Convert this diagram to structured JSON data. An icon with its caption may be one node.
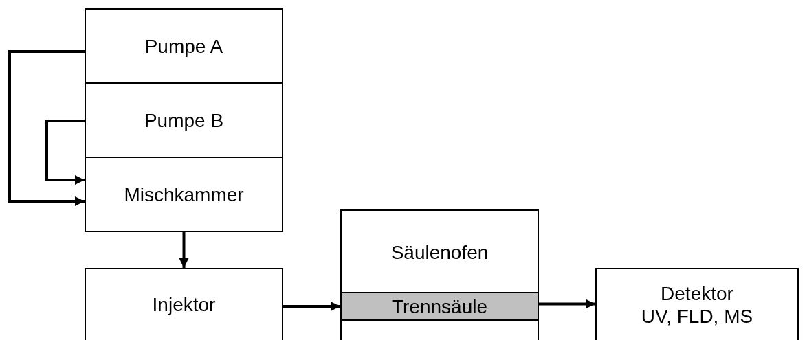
{
  "diagram": {
    "nodes": [
      {
        "text": [
          "Pumpe A"
        ]
      },
      {
        "text": [
          "Pumpe B"
        ]
      },
      {
        "text": [
          "Mischkammer"
        ]
      },
      {
        "text": [
          "Injektor"
        ]
      },
      {
        "text": [
          "Säulenofen"
        ]
      },
      {
        "text": [
          "Trennsäule"
        ],
        "in": 4
      },
      {
        "text": [
          "Detektor",
          "UV, FLD, MS"
        ]
      }
    ],
    "edges": [
      {
        "from": 0,
        "to": 2,
        "arrow": "to"
      },
      {
        "from": 1,
        "to": 2,
        "arrow": "to"
      },
      {
        "from": 2,
        "to": 3,
        "arrow": "to"
      },
      {
        "from": 3,
        "to": 5,
        "arrow": "to"
      },
      {
        "from": 5,
        "to": 6,
        "arrow": "to"
      }
    ]
  }
}
